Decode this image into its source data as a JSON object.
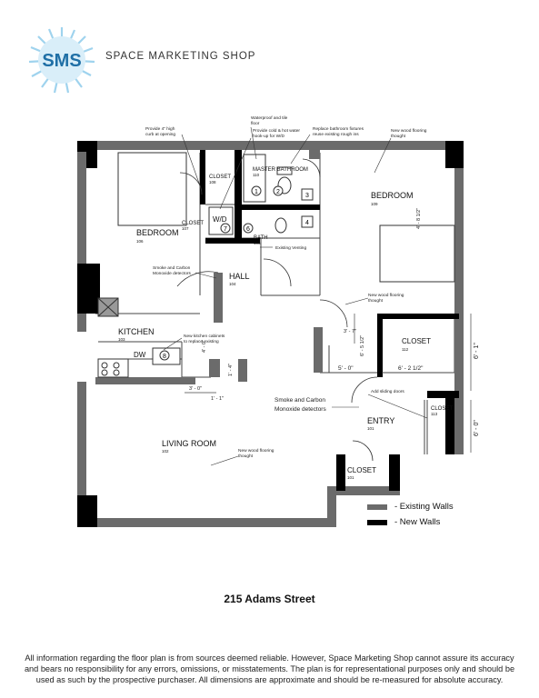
{
  "brand": {
    "logo_text": "SMS",
    "name": "SPACE MARKETING SHOP"
  },
  "rooms": {
    "bedroom_left": "BEDROOM",
    "bedroom_left_num": "106",
    "bedroom_right": "BEDROOM",
    "bedroom_right_num": "109",
    "closet_108": "CLOSET",
    "closet_108_num": "108",
    "closet_107": "CLOSET",
    "closet_107_num": "107",
    "wd": "W/D",
    "master_bath": "MASTER BATHROOM",
    "master_bath_num": "110",
    "bath": "BATH",
    "bath_num": "105",
    "hall": "HALL",
    "hall_num": "104",
    "kitchen": "KITCHEN",
    "kitchen_num": "103",
    "dw": "DW",
    "closet_112": "CLOSET",
    "closet_112_num": "112",
    "closet_113": "CLOSET",
    "closet_113_num": "113",
    "entry": "ENTRY",
    "entry_num": "101",
    "living": "LIVING ROOM",
    "living_num": "102",
    "closet_101": "CLOSET",
    "closet_101_num": "101"
  },
  "markers": [
    "1",
    "2",
    "3",
    "4",
    "6",
    "7",
    "8"
  ],
  "notes": {
    "curb1": "Provide 4\" high",
    "curb2": "curb at opening",
    "waterproof1": "Waterproof and tile",
    "waterproof2": "floor",
    "hookup1": "Provide cold & hot water",
    "hookup2": "hook-up for W/D",
    "fixtures1": "Replace bathroom fixtures",
    "fixtures2": "reuse existing rough ins",
    "floor_a1": "New wood flooring",
    "floor_a2": "thought",
    "venting": "Existing Venting",
    "smoke_hall1": "Smoke and Carbon",
    "smoke_hall2": "Monoxide detectors",
    "floor_b1": "New wood flooring",
    "floor_b2": "thought",
    "cabinets1": "New kitchen cabinets",
    "cabinets2": "to replace existing",
    "smoke_main1": "Smoke and Carbon",
    "smoke_main2": "Monoxide detectors",
    "sliding": "Add sliding doors",
    "floor_c1": "New wood flooring",
    "floor_c2": "thought"
  },
  "dimensions": {
    "d1": "4' - 8 1/2\"",
    "d2": "3' - 7\"",
    "d3": "6' - 5 1/2\"",
    "d4": "5' - 0\"",
    "d5": "6' - 2 1/2\"",
    "d6": "6' - 1\"",
    "d7": "6' - 0\"",
    "d8": "4' - 0\"",
    "d9": "3' - 0\"",
    "d10": "1' - 1\"",
    "d11": "1' - 4\""
  },
  "legend": {
    "existing": "- Existing Walls",
    "new": "- New Walls"
  },
  "colors": {
    "existing_wall": "#6b6b6b",
    "new_wall": "#000000",
    "logo_blue": "#7cc1e4"
  },
  "address": "215 Adams Street",
  "disclaimer": "All information regarding the floor plan is from sources deemed reliable.  However, Space Marketing Shop cannot assure its accuracy and bears no responsibility for any errors, omissions, or misstatements.  The plan is for representational purposes only and should be used as such by the prospective purchaser.  All dimensions are approximate and should be re-measured for absolute accuracy."
}
